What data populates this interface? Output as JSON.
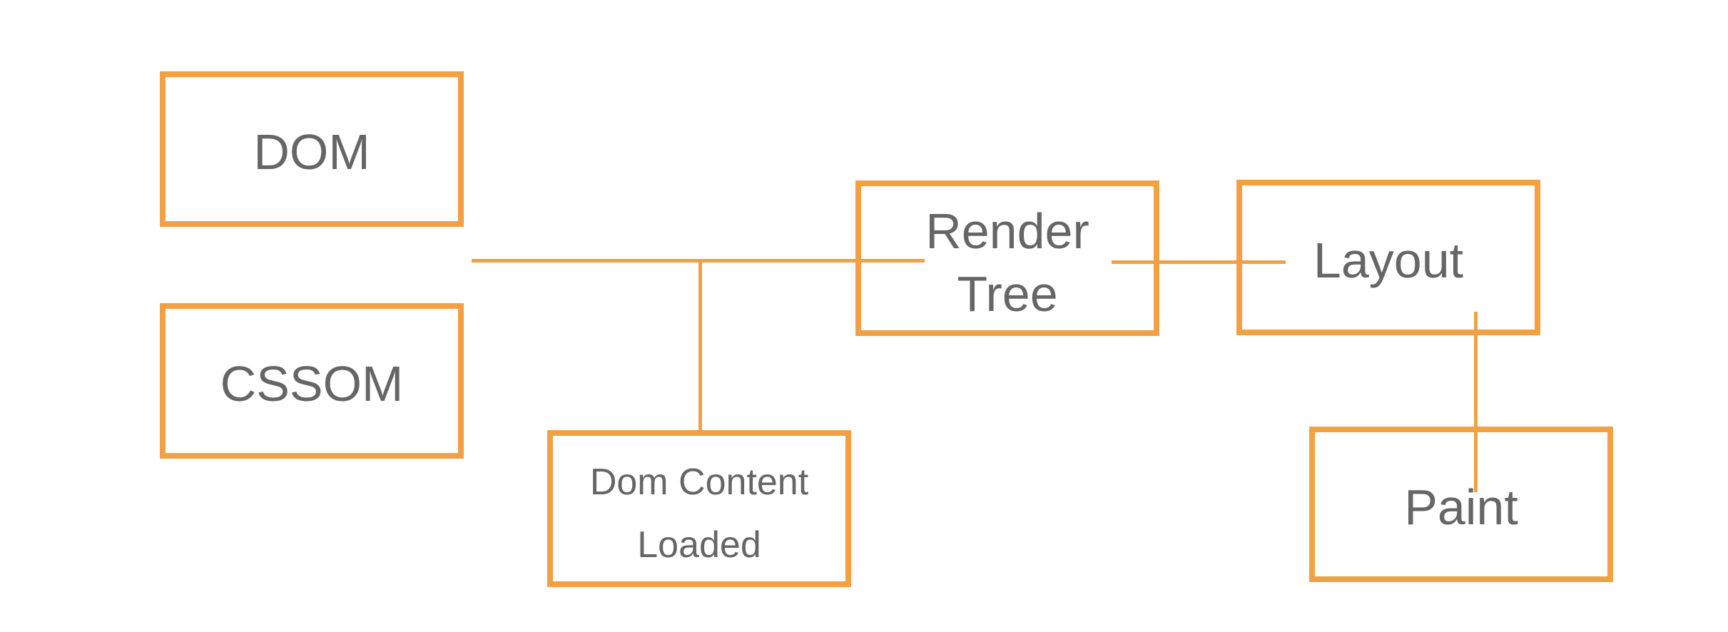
{
  "diagram": {
    "type": "flowchart",
    "subject": "browser-rendering-pipeline",
    "colors": {
      "accent_orange": "#F2A044",
      "label_gray": "#666666",
      "background": "#FFFFFF"
    },
    "nodes": {
      "dom": {
        "label": "DOM"
      },
      "cssom": {
        "label": "CSSOM"
      },
      "dom_content_loaded": {
        "lines": {
          "line1": "Dom Content",
          "line2": "Loaded"
        }
      },
      "render_tree": {
        "lines": {
          "line1": "Render",
          "line2": "Tree"
        }
      },
      "layout": {
        "label": "Layout"
      },
      "paint": {
        "label": "Paint"
      }
    },
    "edges": [
      {
        "from": "dom-cssom-junction",
        "to": "render_tree",
        "style": "plain-line"
      },
      {
        "from": "dom-cssom-junction",
        "to": "dom_content_loaded",
        "style": "plain-line"
      },
      {
        "from": "render_tree",
        "to": "layout",
        "style": "plain-line"
      },
      {
        "from": "layout",
        "to": "paint",
        "style": "plain-line"
      }
    ]
  }
}
